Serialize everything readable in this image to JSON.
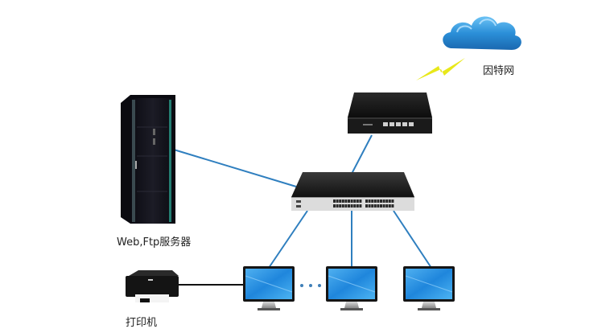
{
  "diagram": {
    "type": "network-topology",
    "nodes": {
      "internet": {
        "label": "因特网",
        "icon": "cloud-icon"
      },
      "wireless_link": {
        "icon": "lightning-icon"
      },
      "router": {
        "icon": "router-icon",
        "ports": 5
      },
      "switch": {
        "icon": "switch-icon"
      },
      "server": {
        "label": "Web,Ftp服务器",
        "icon": "server-rack-icon"
      },
      "printer": {
        "label": "打印机",
        "icon": "printer-icon"
      },
      "workstations": [
        {
          "icon": "monitor-icon"
        },
        {
          "icon": "monitor-icon"
        },
        {
          "icon": "monitor-icon"
        }
      ],
      "ellipsis": "· · ·"
    },
    "edges": [
      {
        "from": "router",
        "to": "switch",
        "style": "blue"
      },
      {
        "from": "server",
        "to": "switch",
        "style": "blue"
      },
      {
        "from": "switch",
        "to": "workstation-1",
        "style": "blue"
      },
      {
        "from": "switch",
        "to": "workstation-2",
        "style": "blue"
      },
      {
        "from": "switch",
        "to": "workstation-3",
        "style": "blue"
      },
      {
        "from": "printer",
        "to": "workstation-1",
        "style": "black"
      },
      {
        "from": "internet",
        "to": "router",
        "style": "wireless"
      }
    ],
    "colors": {
      "link_blue": "#2f7fbf",
      "link_black": "#111111",
      "cloud": "#2b8fd8",
      "lightning": "#e8e81a",
      "screen": "#2a8fe0"
    }
  }
}
